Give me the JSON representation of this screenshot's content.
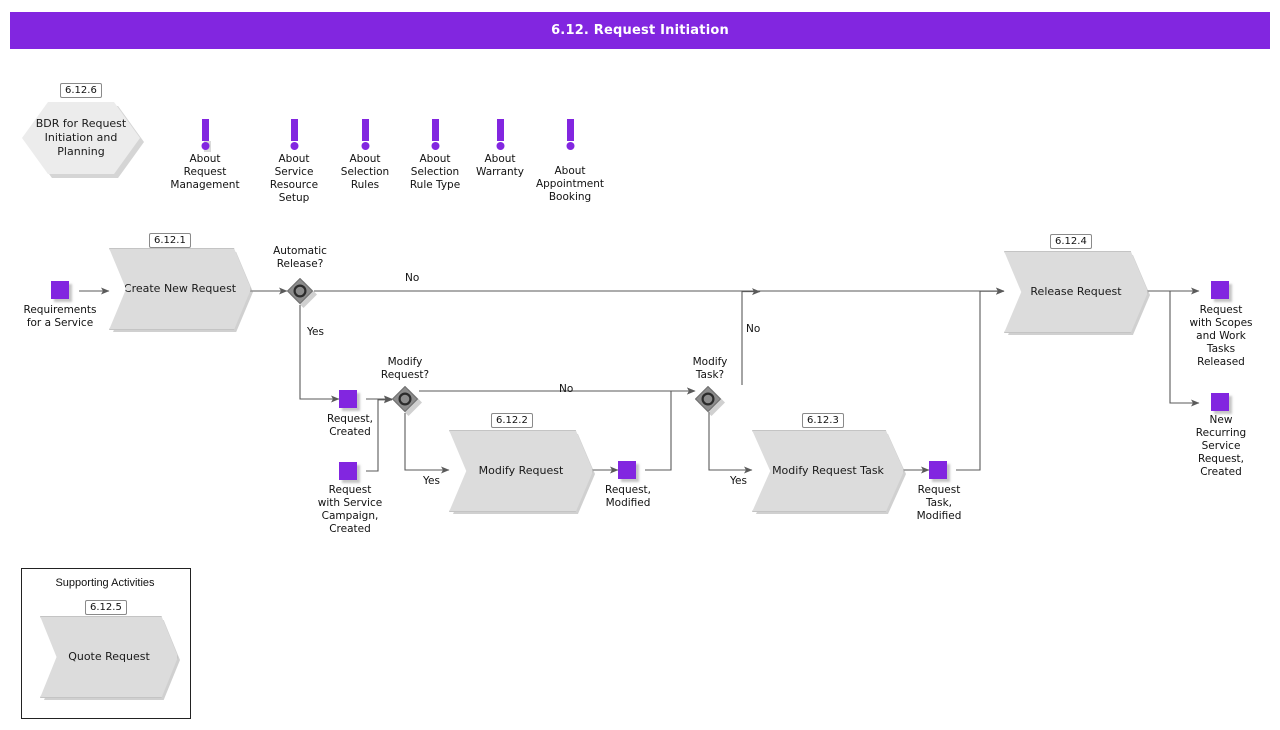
{
  "header": {
    "title": "6.12. Request Initiation",
    "bar_color": "#8226e0",
    "title_color": "#ffffff"
  },
  "theme": {
    "accent": "#8226e0",
    "shape_fill": "#dcdcdc",
    "hexagon_fill": "#ececec",
    "gateway_fill": "#8c8c8c",
    "edge_color": "#5a5a5a",
    "text_color": "#111111"
  },
  "bdr": {
    "id": "6.12.6",
    "label": "BDR for Request\nInitiation and\nPlanning"
  },
  "notes": [
    {
      "icon": "exclamation-icon",
      "label": "About\nRequest\nManagement"
    },
    {
      "icon": "exclamation-icon",
      "label": "About\nService\nResource\nSetup"
    },
    {
      "icon": "exclamation-icon",
      "label": "About\nSelection\nRules"
    },
    {
      "icon": "exclamation-icon",
      "label": "About\nSelection\nRule Type"
    },
    {
      "icon": "exclamation-icon",
      "label": "About\nWarranty"
    },
    {
      "icon": "exclamation-icon",
      "label": "About\nAppointment\nBooking"
    }
  ],
  "tasks": [
    {
      "id": "6.12.1",
      "label": "Create New\nRequest"
    },
    {
      "id": "6.12.2",
      "label": "Modify Request"
    },
    {
      "id": "6.12.3",
      "label": "Modify Request\nTask"
    },
    {
      "id": "6.12.4",
      "label": "Release\nRequest"
    }
  ],
  "gateways": [
    {
      "label": "Automatic\nRelease?",
      "type": "inclusive"
    },
    {
      "label": "Modify\nRequest?",
      "type": "inclusive"
    },
    {
      "label": "Modify\nTask?",
      "type": "inclusive"
    }
  ],
  "data_objects": [
    {
      "label": "Requirements\nfor a Service"
    },
    {
      "label": "Request,\nCreated"
    },
    {
      "label": "Request\nwith Service\nCampaign,\nCreated"
    },
    {
      "label": "Request,\nModified"
    },
    {
      "label": "Request\nTask,\nModified"
    },
    {
      "label": "Request\nwith Scopes\nand Work\nTasks\nReleased"
    },
    {
      "label": "New\nRecurring\nService\nRequest,\nCreated"
    }
  ],
  "edge_labels": {
    "auto_release_no": "No",
    "auto_release_yes": "Yes",
    "modify_request_no": "No",
    "modify_request_yes": "Yes",
    "modify_task_no": "No",
    "modify_task_yes": "Yes"
  },
  "supporting": {
    "title": "Supporting Activities",
    "task": {
      "id": "6.12.5",
      "label": "Quote Request"
    }
  }
}
